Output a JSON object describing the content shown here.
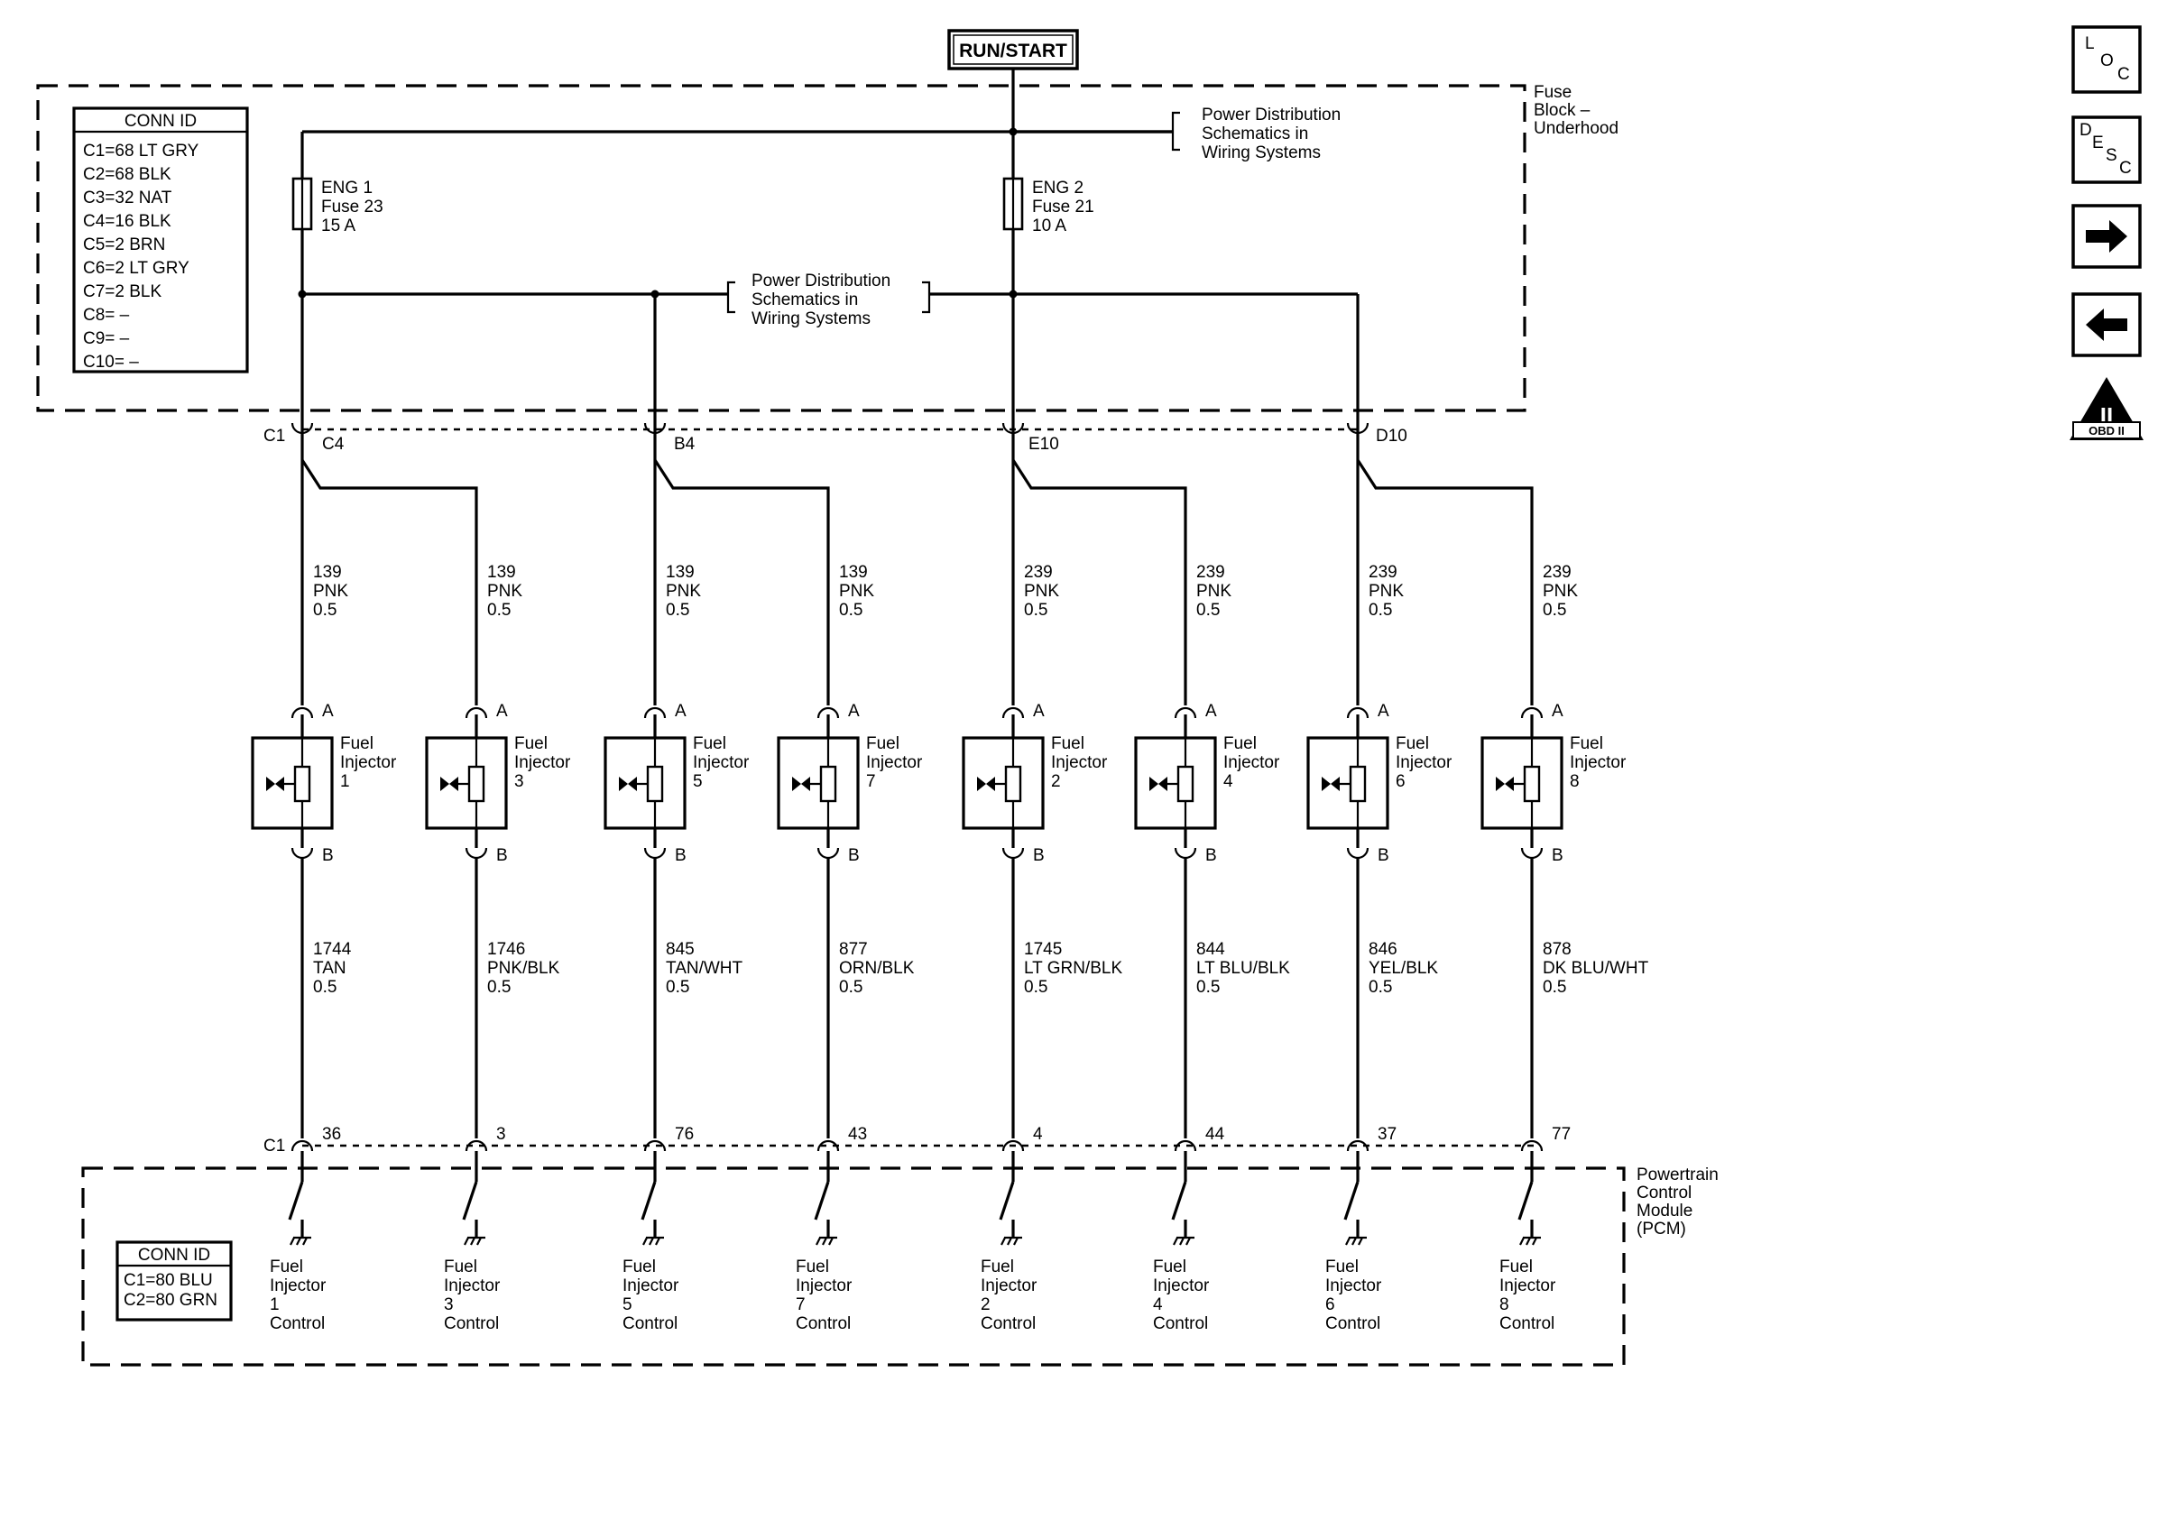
{
  "run_start": "RUN/START",
  "fuse_block": {
    "l1": "Fuse",
    "l2": "Block –",
    "l3": "Underhood"
  },
  "pd_ref_top": {
    "l1": "Power Distribution",
    "l2": "Schematics in",
    "l3": "Wiring Systems"
  },
  "pd_ref_mid": {
    "l1": "Power Distribution",
    "l2": "Schematics in",
    "l3": "Wiring Systems"
  },
  "fuse1": {
    "l1": "ENG 1",
    "l2": "Fuse 23",
    "l3": "15 A"
  },
  "fuse2": {
    "l1": "ENG 2",
    "l2": "Fuse 21",
    "l3": "10 A"
  },
  "conn_top": {
    "title": "CONN ID",
    "items": [
      "C1=68 LT GRY",
      "C2=68 BLK",
      "C3=32 NAT",
      "C4=16 BLK",
      "C5=2 BRN",
      "C6=2 LT GRY",
      "C7=2 BLK",
      "C8= –",
      "C9= –",
      "C10= –"
    ]
  },
  "conn_bottom": {
    "title": "CONN ID",
    "items": [
      "C1=80 BLU",
      "C2=80 GRN"
    ]
  },
  "fuse_conn": {
    "c1": "C1",
    "pins": [
      "C4",
      "B4",
      "E10",
      "D10"
    ]
  },
  "pcm": {
    "l1": "Powertrain",
    "l2": "Control",
    "l3": "Module",
    "l4": "(PCM)",
    "conn": "C1"
  },
  "pin_a": "A",
  "pin_b": "B",
  "injectors": [
    {
      "l1": "Fuel",
      "l2": "Injector",
      "num": "1",
      "up_c": "139",
      "up_col": "PNK",
      "up_g": "0.5",
      "dn_c": "1744",
      "dn_col": "TAN",
      "dn_g": "0.5",
      "pcm_pin": "36",
      "ctl": [
        "Fuel",
        "Injector",
        "1",
        "Control"
      ]
    },
    {
      "l1": "Fuel",
      "l2": "Injector",
      "num": "3",
      "up_c": "139",
      "up_col": "PNK",
      "up_g": "0.5",
      "dn_c": "1746",
      "dn_col": "PNK/BLK",
      "dn_g": "0.5",
      "pcm_pin": "3",
      "ctl": [
        "Fuel",
        "Injector",
        "3",
        "Control"
      ]
    },
    {
      "l1": "Fuel",
      "l2": "Injector",
      "num": "5",
      "up_c": "139",
      "up_col": "PNK",
      "up_g": "0.5",
      "dn_c": "845",
      "dn_col": "TAN/WHT",
      "dn_g": "0.5",
      "pcm_pin": "76",
      "ctl": [
        "Fuel",
        "Injector",
        "5",
        "Control"
      ]
    },
    {
      "l1": "Fuel",
      "l2": "Injector",
      "num": "7",
      "up_c": "139",
      "up_col": "PNK",
      "up_g": "0.5",
      "dn_c": "877",
      "dn_col": "ORN/BLK",
      "dn_g": "0.5",
      "pcm_pin": "43",
      "ctl": [
        "Fuel",
        "Injector",
        "7",
        "Control"
      ]
    },
    {
      "l1": "Fuel",
      "l2": "Injector",
      "num": "2",
      "up_c": "239",
      "up_col": "PNK",
      "up_g": "0.5",
      "dn_c": "1745",
      "dn_col": "LT GRN/BLK",
      "dn_g": "0.5",
      "pcm_pin": "4",
      "ctl": [
        "Fuel",
        "Injector",
        "2",
        "Control"
      ]
    },
    {
      "l1": "Fuel",
      "l2": "Injector",
      "num": "4",
      "up_c": "239",
      "up_col": "PNK",
      "up_g": "0.5",
      "dn_c": "844",
      "dn_col": "LT BLU/BLK",
      "dn_g": "0.5",
      "pcm_pin": "44",
      "ctl": [
        "Fuel",
        "Injector",
        "4",
        "Control"
      ]
    },
    {
      "l1": "Fuel",
      "l2": "Injector",
      "num": "6",
      "up_c": "239",
      "up_col": "PNK",
      "up_g": "0.5",
      "dn_c": "846",
      "dn_col": "YEL/BLK",
      "dn_g": "0.5",
      "pcm_pin": "37",
      "ctl": [
        "Fuel",
        "Injector",
        "6",
        "Control"
      ]
    },
    {
      "l1": "Fuel",
      "l2": "Injector",
      "num": "8",
      "up_c": "239",
      "up_col": "PNK",
      "up_g": "0.5",
      "dn_c": "878",
      "dn_col": "DK BLU/WHT",
      "dn_g": "0.5",
      "pcm_pin": "77",
      "ctl": [
        "Fuel",
        "Injector",
        "8",
        "Control"
      ]
    }
  ],
  "nav": {
    "loc": {
      "l": "L",
      "o": "O",
      "c": "C"
    },
    "desc": {
      "d": "D",
      "e": "E",
      "s": "S",
      "c": "C"
    },
    "next_icon": "arrow-right-icon",
    "prev_icon": "arrow-left-icon",
    "obd": {
      "big": "II",
      "small": "OBD II"
    }
  }
}
